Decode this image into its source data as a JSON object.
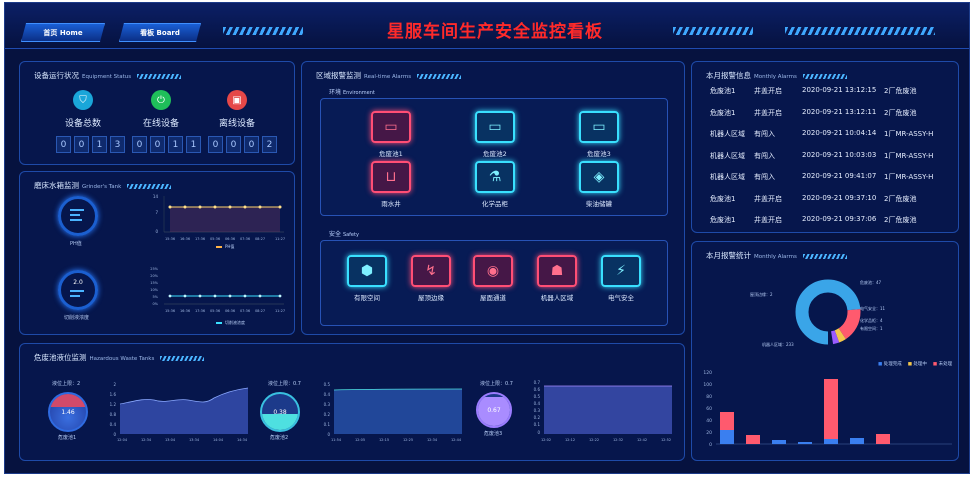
{
  "header": {
    "title": "星服车间生产安全监控看板",
    "nav_home": "首页 Home",
    "nav_board": "看板 Board"
  },
  "equipment": {
    "title": "设备运行状况",
    "title_en": "Equipment Status",
    "stats": [
      {
        "label": "设备总数",
        "digits": [
          "0",
          "0",
          "1",
          "3"
        ],
        "color": "#1aa6d9",
        "icon": "shield-icon"
      },
      {
        "label": "在线设备",
        "digits": [
          "0",
          "0",
          "1",
          "1"
        ],
        "color": "#1fbf5a",
        "icon": "power-icon"
      },
      {
        "label": "离线设备",
        "digits": [
          "0",
          "0",
          "0",
          "2"
        ],
        "color": "#e54848",
        "icon": "device-icon"
      }
    ]
  },
  "grinder": {
    "title": "磨床水箱监测",
    "title_en": "Grinder's Tank",
    "gauge1_value": "",
    "gauge1_label": "PH值",
    "gauge2_value": "2.0",
    "gauge2_label": "切削液浓度",
    "legend1": "PH值",
    "legend2": "切削液浓度",
    "chart1_y": [
      "14",
      "7",
      "0"
    ],
    "chart1_x": [
      "15:36",
      "16:36",
      "17:36",
      "05:36",
      "06:36",
      "07:36",
      "08:27",
      "11:27"
    ],
    "chart2_y": [
      "25%",
      "20%",
      "15%",
      "10%",
      "5%",
      "0%"
    ],
    "chart2_x": [
      "15:36",
      "16:36",
      "17:36",
      "05:36",
      "06:36",
      "07:36",
      "08:27",
      "11:27"
    ]
  },
  "zone": {
    "title": "区域报警监测",
    "title_en": "Real-time Alarms",
    "env_label": "环境",
    "env_label_en": "Environment",
    "safety_label": "安全",
    "safety_label_en": "Safety",
    "env_tiles": [
      {
        "label": "危废池1",
        "state": "red",
        "icon": "tank-icon"
      },
      {
        "label": "危废池2",
        "state": "cyan",
        "icon": "tank-icon"
      },
      {
        "label": "危废池3",
        "state": "cyan",
        "icon": "tank-icon"
      },
      {
        "label": "雨水井",
        "state": "red",
        "icon": "basin-icon"
      },
      {
        "label": "化学品柜",
        "state": "cyan",
        "icon": "flask-icon"
      },
      {
        "label": "柴油储罐",
        "state": "cyan",
        "icon": "fuel-drop-icon"
      }
    ],
    "safety_tiles": [
      {
        "label": "有限空间",
        "state": "cyan",
        "icon": "cube-icon"
      },
      {
        "label": "屋顶边缘",
        "state": "red",
        "icon": "edge-icon"
      },
      {
        "label": "屋面通道",
        "state": "red",
        "icon": "passage-icon"
      },
      {
        "label": "机器人区域",
        "state": "red",
        "icon": "robot-icon"
      },
      {
        "label": "电气安全",
        "state": "cyan",
        "icon": "lightning-icon"
      }
    ]
  },
  "monthly_alarms": {
    "title": "本月报警信息",
    "title_en": "Monthly Alarms",
    "rows": [
      {
        "area": "危废池1",
        "event": "井盖开启",
        "time": "2020-09-21 13:12:15",
        "place": "2厂危废池"
      },
      {
        "area": "危废池1",
        "event": "井盖开启",
        "time": "2020-09-21 13:12:11",
        "place": "2厂危废池"
      },
      {
        "area": "机器人区域",
        "event": "有闯入",
        "time": "2020-09-21 10:04:14",
        "place": "1厂MR-ASSY-H"
      },
      {
        "area": "机器人区域",
        "event": "有闯入",
        "time": "2020-09-21 10:03:03",
        "place": "1厂MR-ASSY-H"
      },
      {
        "area": "机器人区域",
        "event": "有闯入",
        "time": "2020-09-21 09:41:07",
        "place": "1厂MR-ASSY-H"
      },
      {
        "area": "危废池1",
        "event": "井盖开启",
        "time": "2020-09-21 09:37:10",
        "place": "2厂危废池"
      },
      {
        "area": "危废池1",
        "event": "井盖开启",
        "time": "2020-09-21 09:37:06",
        "place": "2厂危废池"
      }
    ]
  },
  "monthly_stats": {
    "title": "本月报警统计",
    "title_en": "Monthly Alarms",
    "donut_labels": [
      "危废池：47",
      "屋顶边缘：2",
      "电气安全：11",
      "化学品柜：4",
      "有限空间：1",
      "机器人区域：233"
    ],
    "legend": [
      "处理完成",
      "处理中",
      "未处理"
    ],
    "bar_y": [
      "120",
      "100",
      "80",
      "60",
      "40",
      "20",
      "0"
    ]
  },
  "hazard": {
    "title": "危废池液位监测",
    "title_en": "Hazardous Waste Tanks",
    "tanks": [
      {
        "limit": "液位上限：2",
        "value": "1.46",
        "label": "危废池1"
      },
      {
        "limit": "液位上限：0.7",
        "value": "0.38",
        "label": "危废池2"
      },
      {
        "limit": "液位上限：0.7",
        "value": "0.67",
        "label": "危废池3"
      }
    ],
    "chart1_y": [
      "2",
      "1.6",
      "1.2",
      "0.8",
      "0.4",
      "0"
    ],
    "chart1_x": [
      "12:04",
      "12:34",
      "13:04",
      "13:34",
      "14:04",
      "14:34"
    ],
    "chart2_y": [
      "0.5",
      "0.4",
      "0.3",
      "0.2",
      "0.1",
      "0"
    ],
    "chart2_x": [
      "11:54",
      "12:05",
      "12:15",
      "12:25",
      "12:34",
      "12:44"
    ],
    "chart3_y": [
      "0.7",
      "0.6",
      "0.5",
      "0.4",
      "0.3",
      "0.2",
      "0.1",
      "0"
    ],
    "chart3_x": [
      "12:02",
      "12:12",
      "12:22",
      "12:32",
      "12:42",
      "12:52"
    ]
  },
  "colors": {
    "alarm_red": "#ff4e75",
    "ok_cyan": "#39e0ff",
    "title_red": "#ff2a2a"
  }
}
